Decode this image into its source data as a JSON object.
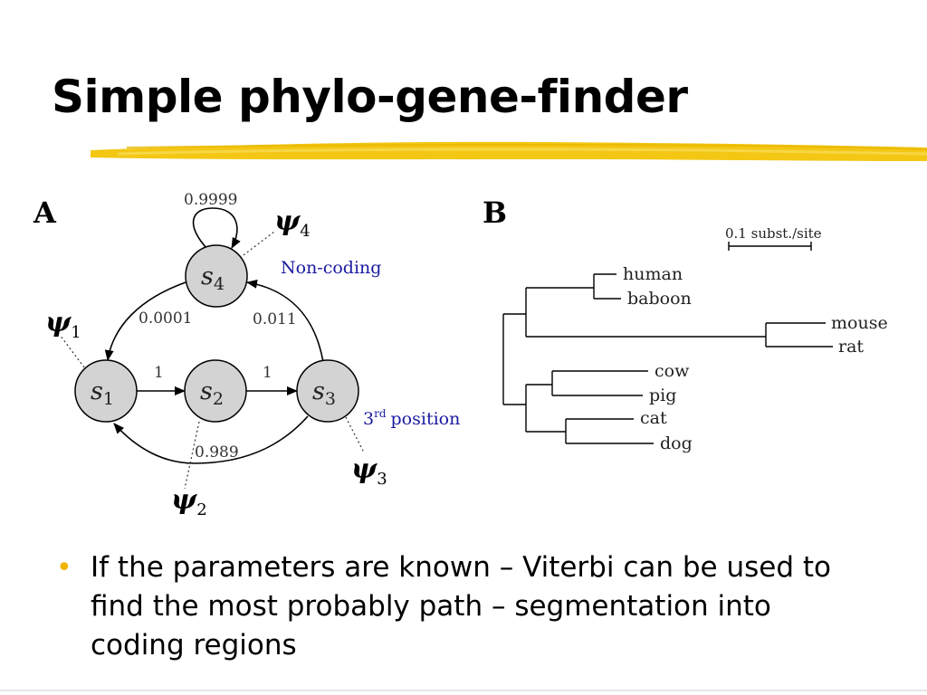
{
  "slide": {
    "title": "Simple phylo-gene-finder",
    "bullet": "If the parameters are known – Viterbi can be used to find the most probably path – segmentation into coding regions"
  },
  "colors": {
    "highlight": "#f2c200",
    "bullet_marker": "#f0b400",
    "node_fill": "#d3d3d3",
    "annotation_text": "#1a1aa0"
  },
  "panel_a": {
    "label": "A",
    "states": [
      {
        "id": "s4",
        "base": "s",
        "sub": "4"
      },
      {
        "id": "s1",
        "base": "s",
        "sub": "1"
      },
      {
        "id": "s2",
        "base": "s",
        "sub": "2"
      },
      {
        "id": "s3",
        "base": "s",
        "sub": "3"
      }
    ],
    "emissions": [
      {
        "id": "psi4",
        "base": "ψ",
        "sub": "4"
      },
      {
        "id": "psi1",
        "base": "ψ",
        "sub": "1"
      },
      {
        "id": "psi2",
        "base": "ψ",
        "sub": "2"
      },
      {
        "id": "psi3",
        "base": "ψ",
        "sub": "3"
      }
    ],
    "transitions": {
      "s4_self": "0.9999",
      "s4_s1": "0.0001",
      "s3_s4": "0.011",
      "s1_s2": "1",
      "s2_s3": "1",
      "s3_s1": "0.989"
    },
    "annotations": {
      "non_coding": "Non-coding",
      "third_position_num": "3",
      "third_position_sup": "rd",
      "third_position_word": "position"
    }
  },
  "panel_b": {
    "label": "B",
    "scale_label": "0.1 subst./site",
    "taxa": [
      "human",
      "baboon",
      "mouse",
      "rat",
      "cow",
      "pig",
      "cat",
      "dog"
    ]
  }
}
